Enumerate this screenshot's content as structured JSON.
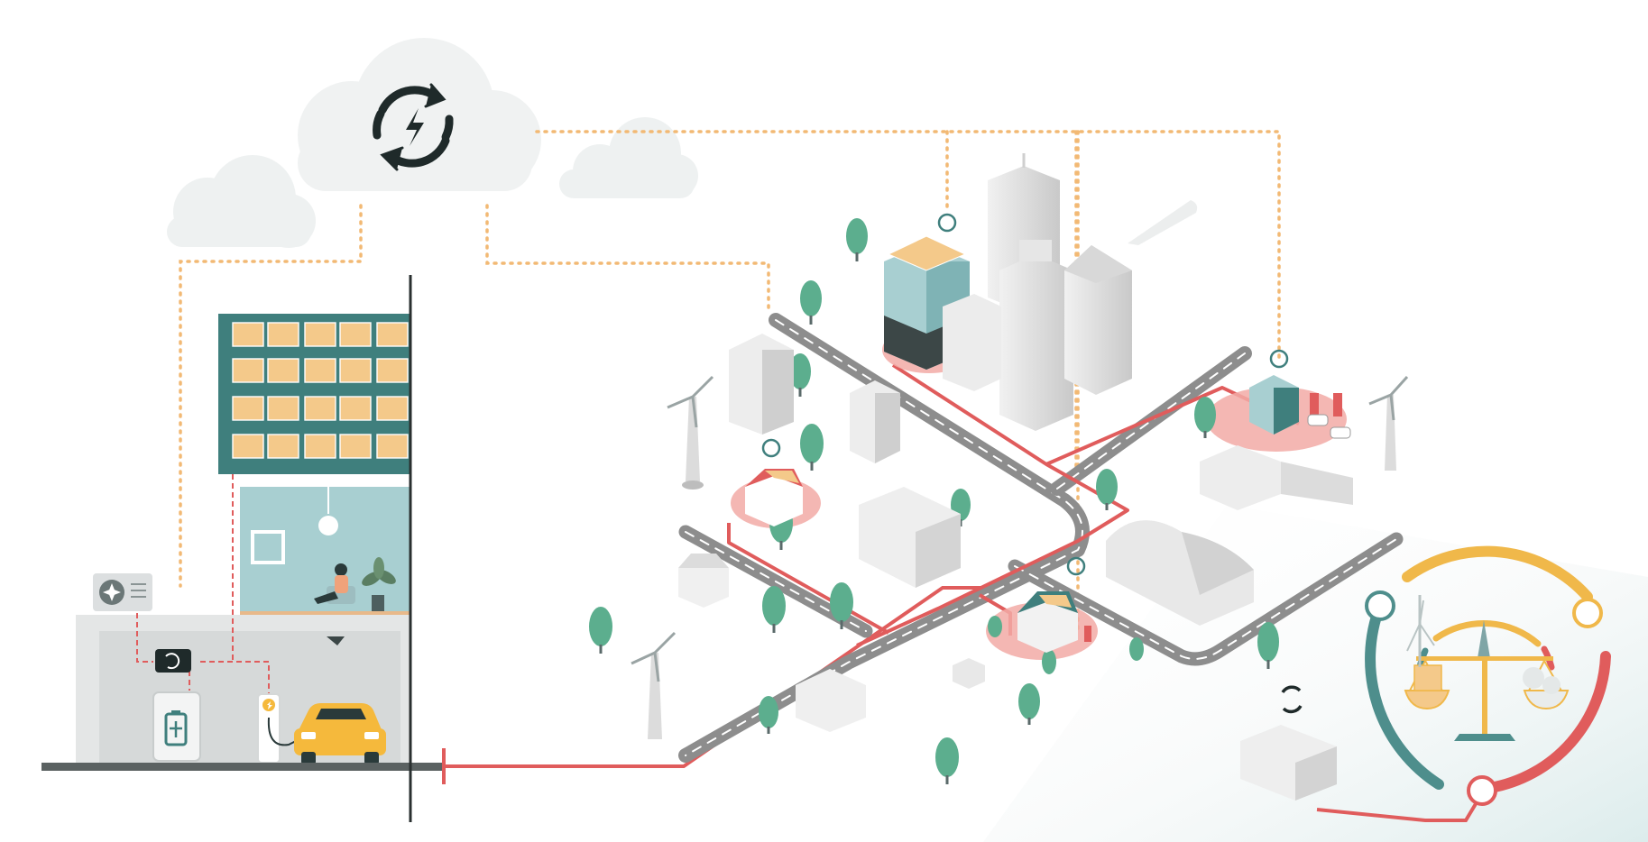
{
  "diagram": {
    "nodes": [
      {
        "id": "energy-cloud",
        "icon": "energy-cycle-icon"
      },
      {
        "id": "home-house",
        "icon": "energy-badge-icon"
      },
      {
        "id": "tower-solar",
        "icon": "energy-badge-icon"
      },
      {
        "id": "charging-hub",
        "icon": "energy-badge-icon"
      },
      {
        "id": "suburb-house",
        "icon": "energy-badge-icon"
      },
      {
        "id": "substation",
        "icon": "energy-cycle-icon"
      },
      {
        "id": "balance-scale",
        "icon": "balance-scale-icon"
      }
    ],
    "home_devices": [
      "heat-pump-icon",
      "energy-manager-icon",
      "battery-icon",
      "ev-charger-icon",
      "car-icon",
      "solar-panel-icon"
    ]
  },
  "colors": {
    "grid_line": "#e05c5c",
    "link_dotted": "#f2b974",
    "teal": "#3f7f7d",
    "light_teal": "#a8cfd1",
    "solar": "#f4c98a",
    "car": "#f5b93c",
    "pink_zone": "#f2aaa6",
    "road": "#8d8d8d",
    "tree": "#5cae8e",
    "gauge_yellow": "#f0b84a",
    "gauge_teal": "#4e8e8c",
    "gauge_red": "#e05c5c"
  }
}
